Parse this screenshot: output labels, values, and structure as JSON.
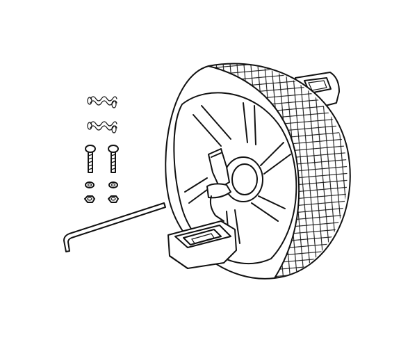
{
  "tire": {
    "brand_text": "",
    "model_text": "",
    "sidewall_text": ""
  },
  "parts": {
    "springs_count": 2,
    "bolts_count": 2,
    "washers_count": 2,
    "nuts_count": 2
  }
}
